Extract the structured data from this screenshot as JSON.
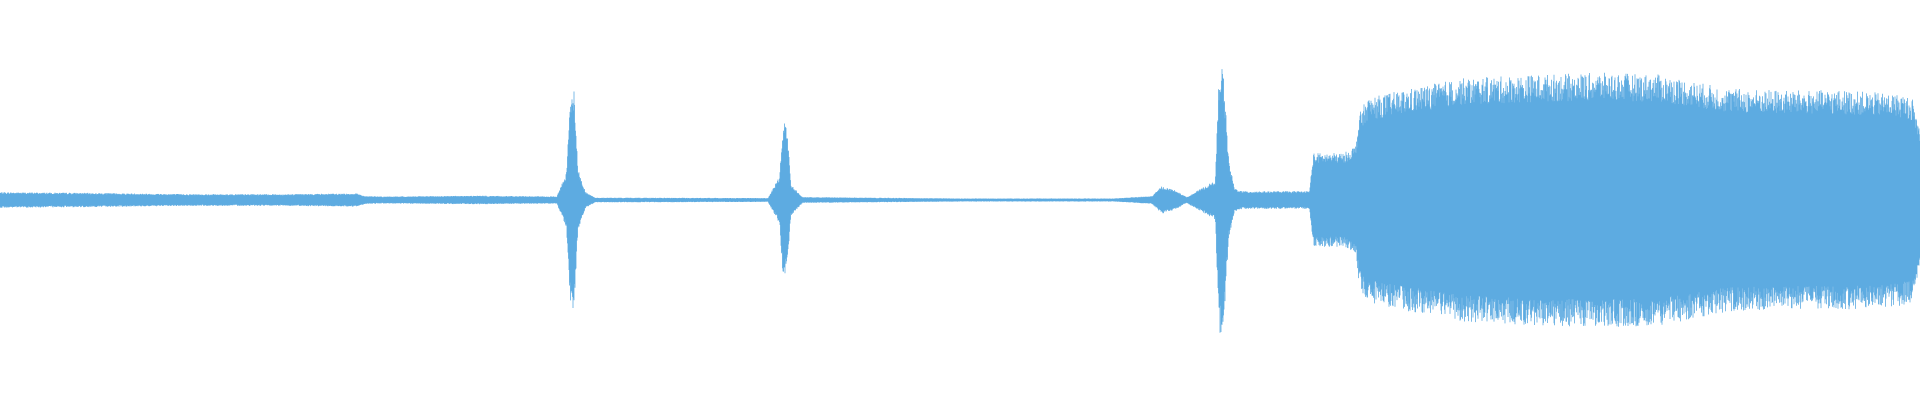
{
  "waveform": {
    "color": "#5dabe1",
    "background": "#ffffff",
    "envelope": [
      [
        0.0,
        0.04
      ],
      [
        0.05,
        0.036
      ],
      [
        0.1,
        0.03
      ],
      [
        0.15,
        0.03
      ],
      [
        0.186,
        0.034
      ],
      [
        0.19,
        0.02
      ],
      [
        0.2,
        0.018
      ],
      [
        0.25,
        0.022
      ],
      [
        0.29,
        0.018
      ],
      [
        0.295,
        0.14
      ],
      [
        0.297,
        0.56
      ],
      [
        0.299,
        0.56
      ],
      [
        0.301,
        0.16
      ],
      [
        0.305,
        0.04
      ],
      [
        0.31,
        0.012
      ],
      [
        0.4,
        0.01
      ],
      [
        0.406,
        0.12
      ],
      [
        0.408,
        0.42
      ],
      [
        0.41,
        0.35
      ],
      [
        0.412,
        0.08
      ],
      [
        0.418,
        0.015
      ],
      [
        0.5,
        0.008
      ],
      [
        0.58,
        0.008
      ],
      [
        0.6,
        0.02
      ],
      [
        0.605,
        0.07
      ],
      [
        0.612,
        0.05
      ],
      [
        0.618,
        0.015
      ],
      [
        0.633,
        0.1
      ],
      [
        0.635,
        0.68
      ],
      [
        0.637,
        0.68
      ],
      [
        0.64,
        0.2
      ],
      [
        0.643,
        0.06
      ],
      [
        0.647,
        0.045
      ],
      [
        0.682,
        0.045
      ],
      [
        0.684,
        0.24
      ],
      [
        0.7,
        0.24
      ],
      [
        0.706,
        0.28
      ],
      [
        0.708,
        0.44
      ],
      [
        0.712,
        0.52
      ],
      [
        0.73,
        0.56
      ],
      [
        0.76,
        0.62
      ],
      [
        0.8,
        0.64
      ],
      [
        0.835,
        0.65
      ],
      [
        0.865,
        0.64
      ],
      [
        0.88,
        0.61
      ],
      [
        0.9,
        0.57
      ],
      [
        0.93,
        0.56
      ],
      [
        0.96,
        0.56
      ],
      [
        0.99,
        0.54
      ],
      [
        0.996,
        0.52
      ],
      [
        1.0,
        0.36
      ]
    ]
  }
}
